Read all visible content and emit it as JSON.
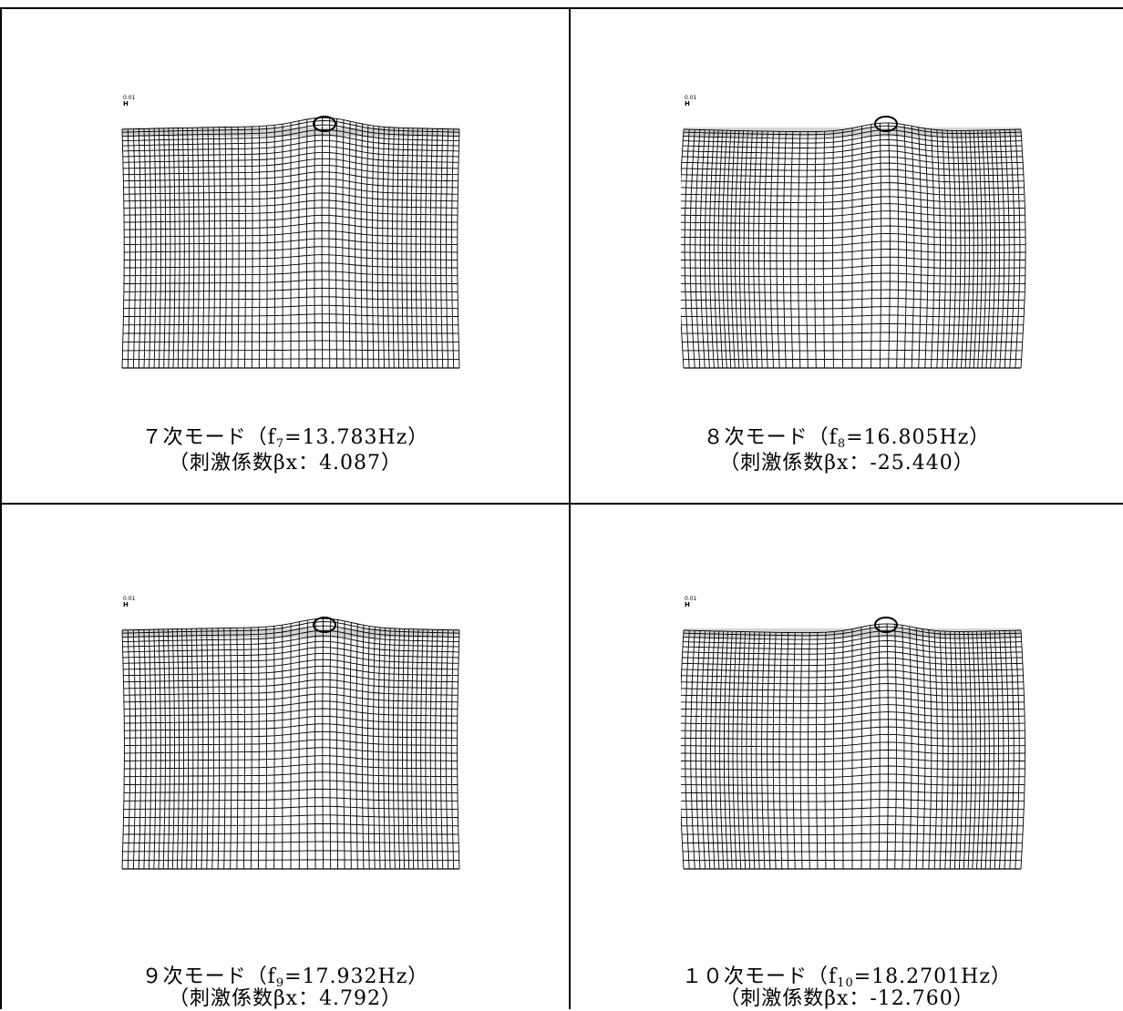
{
  "scale_label": [
    "0.01",
    "H"
  ],
  "panels": [
    {
      "caption_prefix": "７次モード（f",
      "sub": "7",
      "caption_suffix": "=13.783Hz）",
      "factor": "（刺激係数βx：4.087）",
      "concentration": 0.55
    },
    {
      "caption_prefix": "８次モード（f",
      "sub": "8",
      "caption_suffix": "=16.805Hz）",
      "factor": "（刺激係数βx：-25.440）",
      "concentration": 0.85
    },
    {
      "caption_prefix": "９次モード（f",
      "sub": "9",
      "caption_suffix": "=17.932Hz）",
      "factor": "（刺激係数βx：4.792）",
      "concentration": 0.6
    },
    {
      "caption_prefix": "１０次モード（f",
      "sub": "10",
      "caption_suffix": "=18.2701Hz）",
      "factor": "（刺激係数βx：-12.760）",
      "concentration": 0.75
    }
  ]
}
